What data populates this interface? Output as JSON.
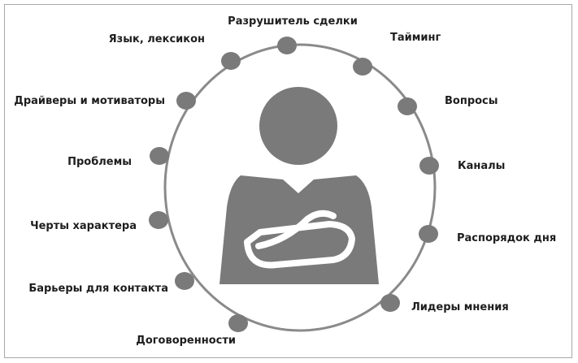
{
  "diagram": {
    "colors": {
      "ring": "#8a8a8a",
      "node": "#7a7a7a",
      "person": "#7a7a7a",
      "text": "#1e1e1e",
      "border": "#a8a8a8"
    },
    "center_icon": "person-arms-crossed-icon",
    "nodes": [
      {
        "id": "deal-breaker",
        "label": "Разрушитель сделки"
      },
      {
        "id": "timing",
        "label": "Тайминг"
      },
      {
        "id": "questions",
        "label": "Вопросы"
      },
      {
        "id": "channels",
        "label": "Каналы"
      },
      {
        "id": "daily-routine",
        "label": "Распорядок дня"
      },
      {
        "id": "opinion-leaders",
        "label": "Лидеры мнения"
      },
      {
        "id": "agreements",
        "label": "Договоренности"
      },
      {
        "id": "contact-barriers",
        "label": "Барьеры для контакта"
      },
      {
        "id": "character-traits",
        "label": "Черты характера"
      },
      {
        "id": "problems",
        "label": "Проблемы"
      },
      {
        "id": "drivers-motivators",
        "label": "Драйверы и мотиваторы"
      },
      {
        "id": "language-lexicon",
        "label": "Язык, лексикон"
      }
    ]
  }
}
